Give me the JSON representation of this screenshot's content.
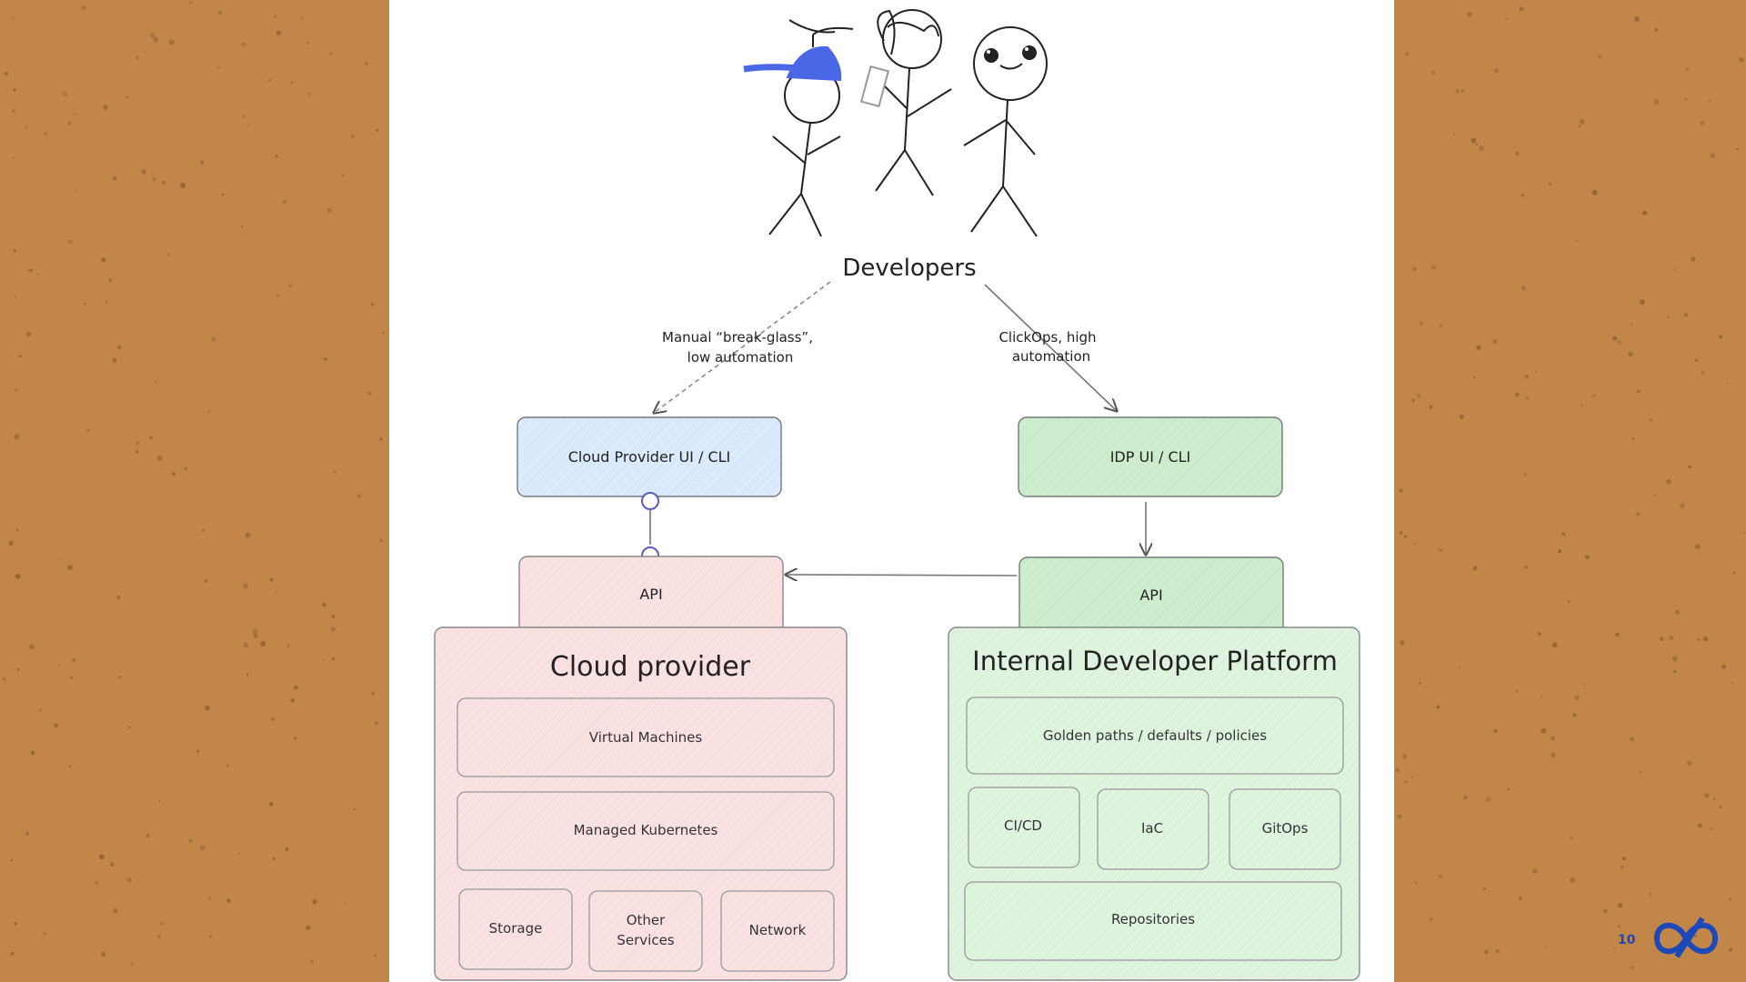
{
  "slide": {
    "page_number": "10",
    "actors_label": "Developers",
    "edge_manual": [
      "Manual “break-glass”,",
      "low automation"
    ],
    "edge_clickops": [
      "ClickOps, high",
      "automation"
    ],
    "cloud_ui": "Cloud Provider UI / CLI",
    "idp_ui": "IDP UI / CLI",
    "cloud_api": "API",
    "idp_api": "API",
    "cloud_provider": {
      "title": "Cloud provider",
      "vm": "Virtual Machines",
      "k8s": "Managed Kubernetes",
      "storage": "Storage",
      "other": [
        "Other",
        "Services"
      ],
      "network": "Network"
    },
    "idp": {
      "title": "Internal Developer Platform",
      "golden": "Golden paths / defaults / policies",
      "cicd": "CI/CD",
      "iac": "IaC",
      "gitops": "GitOps",
      "repos": "Repositories"
    }
  },
  "colors": {
    "background": "#c18648",
    "blue_fill": "#dbeafc",
    "green_fill": "#cdeece",
    "pink_fill": "#fbe0e0",
    "cap_blue": "#4a68e6",
    "logo_blue": "#1d49b8"
  },
  "icons": [
    "developer-propeller-cap-icon",
    "developer-phone-icon",
    "developer-smiling-icon",
    "logo-icon"
  ]
}
